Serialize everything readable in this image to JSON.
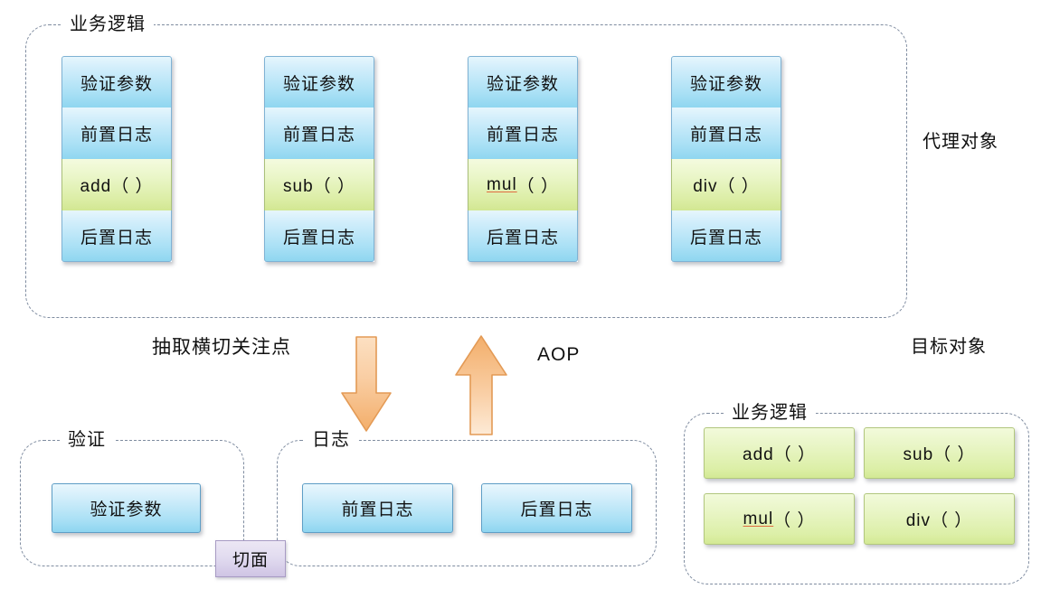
{
  "diagram": {
    "title": "Spring AOP proxy object / target object / aspect diagram",
    "colors": {
      "blue_cell": "#a9e0f5",
      "green_cell": "#dbeda4",
      "arrow_orange": "#f5b16b",
      "aspect_purple": "#cfc4e4",
      "dashed_border": "#7f8ca0"
    }
  },
  "proxy_section": {
    "group_label": "业务逻辑",
    "outside_label": "代理对象",
    "row_labels": {
      "validate": "验证参数",
      "before_log": "前置日志",
      "after_log": "后置日志"
    },
    "columns": [
      {
        "method": "add（ ）",
        "method_underlined": false
      },
      {
        "method": "sub（ ）",
        "method_underlined": false
      },
      {
        "method": "mul",
        "method_suffix": "（ ）",
        "method_underlined": true
      },
      {
        "method": "div（ ）",
        "method_underlined": false
      }
    ]
  },
  "flow": {
    "extract_label": "抽取横切关注点",
    "aop_label": "AOP",
    "target_object_label": "目标对象"
  },
  "aspect_section": {
    "validate_group_label": "验证",
    "log_group_label": "日志",
    "aspect_tag": "切面",
    "validate_items": [
      "验证参数"
    ],
    "log_items": [
      "前置日志",
      "后置日志"
    ]
  },
  "target_section": {
    "group_label": "业务逻辑",
    "methods": [
      {
        "label": "add（ ）",
        "underlined": false
      },
      {
        "label": "sub（ ）",
        "underlined": false
      },
      {
        "label": "mul",
        "suffix": "（ ）",
        "underlined": true
      },
      {
        "label": "div（ ）",
        "underlined": false
      }
    ]
  }
}
